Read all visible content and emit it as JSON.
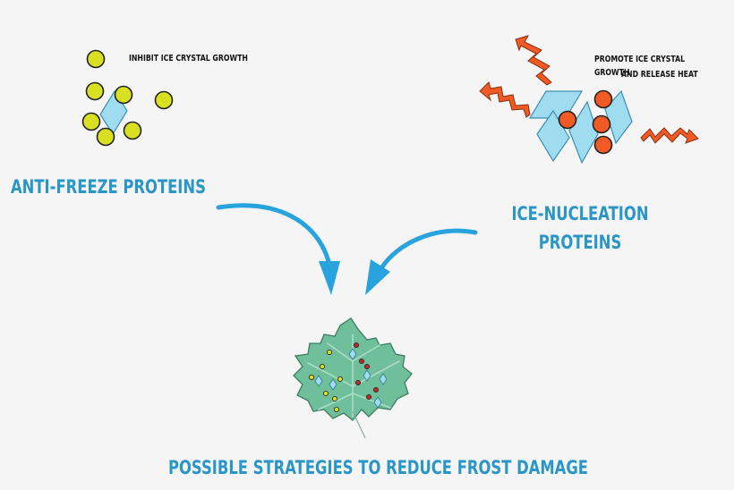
{
  "labels": {
    "inhibit": "INHIBIT ICE CRYSTAL GROWTH",
    "promote_line1": "PROMOTE ICE CRYSTAL GROWTH",
    "promote_line2": "AND RELEASE HEAT",
    "antifreeze": "ANTI-FREEZE PROTEINS",
    "ice_nucleation_line1": "ICE-NUCLEATION",
    "ice_nucleation_line2": "PROTEINS",
    "footer": "POSSIBLE STRATEGIES TO REDUCE FROST DAMAGE"
  },
  "colors": {
    "background": "#f5f5f5",
    "antifreeze_particle": "#d9e021",
    "nucleation_particle": "#f15a24",
    "ice_crystal": "#9fdcf0",
    "arrow": "#29a3dd",
    "heat_wave": "#f15a24",
    "leaf": "#6fbf9a",
    "title_text": "#2a96c8"
  },
  "icons": [
    "yellow-protein-dot",
    "orange-protein-dot",
    "ice-crystal-rhombus",
    "heat-zigzag-arrow",
    "curved-arrow",
    "leaf"
  ]
}
